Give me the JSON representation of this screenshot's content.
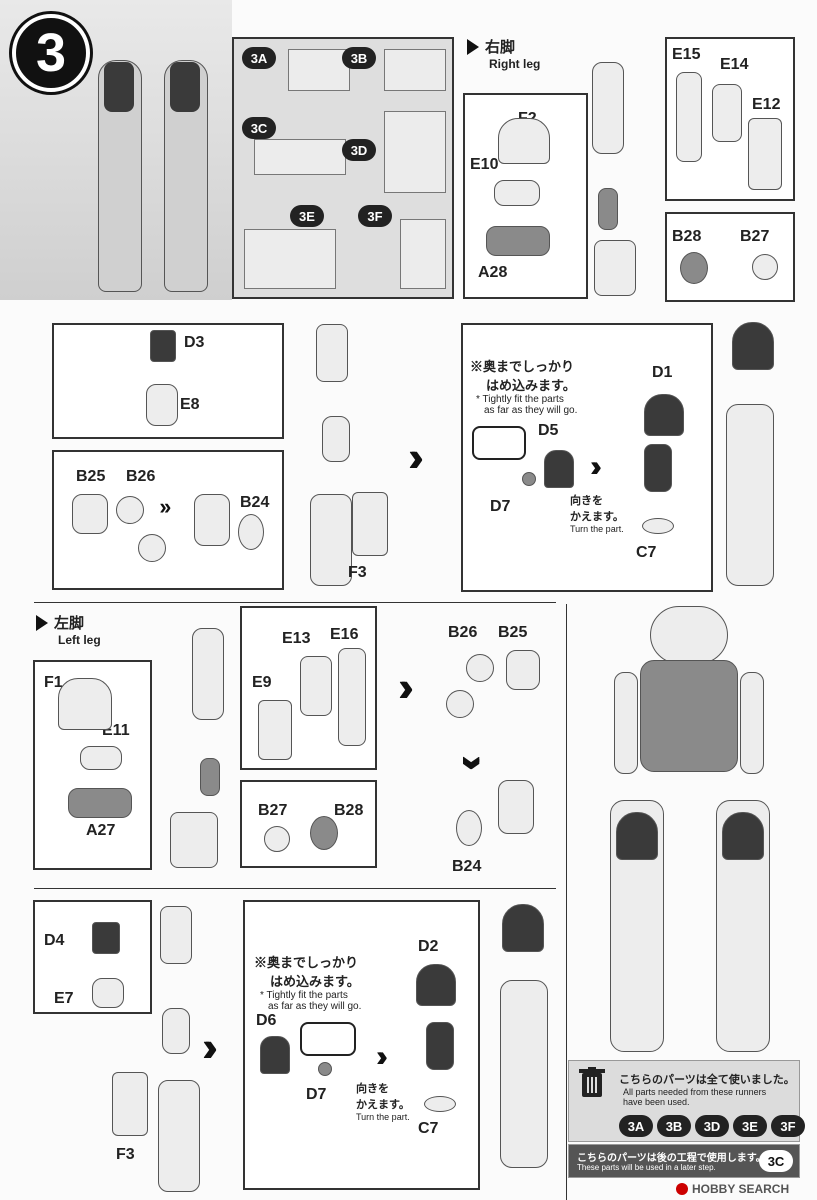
{
  "step": {
    "number": "3"
  },
  "runner_panel": {
    "labels": [
      "3A",
      "3B",
      "3C",
      "3D",
      "3E",
      "3F"
    ]
  },
  "right_leg": {
    "title_jp": "右脚",
    "title_en": "Right leg",
    "parts": {
      "f2": "F2",
      "e10": "E10",
      "a28": "A28",
      "e15": "E15",
      "e14": "E14",
      "e12": "E12",
      "b28": "B28",
      "b27": "B27"
    }
  },
  "middle_row": {
    "parts": {
      "d3": "D3",
      "e8": "E8",
      "b25": "B25",
      "b26": "B26",
      "b24": "B24",
      "f3": "F3",
      "d1": "D1",
      "d5": "D5",
      "d7": "D7",
      "c7": "C7"
    },
    "note_jp_line1": "※奥までしっかり",
    "note_jp_line2": "はめ込みます。",
    "note_en_line1": "* Tightly fit the parts",
    "note_en_line2": "as far as they will go.",
    "turn_jp_line1": "向きを",
    "turn_jp_line2": "かえます。",
    "turn_en": "Turn the part."
  },
  "left_leg": {
    "title_jp": "左脚",
    "title_en": "Left leg",
    "parts": {
      "f1": "F1",
      "e11": "E11",
      "a27": "A27",
      "e13": "E13",
      "e16": "E16",
      "e9": "E9",
      "b27": "B27",
      "b28": "B28",
      "b26": "B26",
      "b25": "B25",
      "b24": "B24"
    }
  },
  "bottom_row": {
    "parts": {
      "d4": "D4",
      "e7": "E7",
      "f3": "F3",
      "d6": "D6",
      "d7": "D7",
      "d2": "D2",
      "c7": "C7"
    },
    "note_jp_line1": "※奥までしっかり",
    "note_jp_line2": "はめ込みます。",
    "note_en_line1": "* Tightly fit the parts",
    "note_en_line2": "as far as they will go.",
    "turn_jp_line1": "向きを",
    "turn_jp_line2": "かえます。",
    "turn_en": "Turn the part."
  },
  "used_box": {
    "jp": "こちらのパーツは全て使いました。",
    "en_line1": "All parts needed from these runners",
    "en_line2": "have been used.",
    "tags": [
      "3A",
      "3B",
      "3D",
      "3E",
      "3F"
    ]
  },
  "later_box": {
    "jp": "こちらのパーツは後の工程で使用します。",
    "en": "These parts will be used in a later step.",
    "tag": "3C"
  },
  "watermark": "HOBBY SEARCH"
}
